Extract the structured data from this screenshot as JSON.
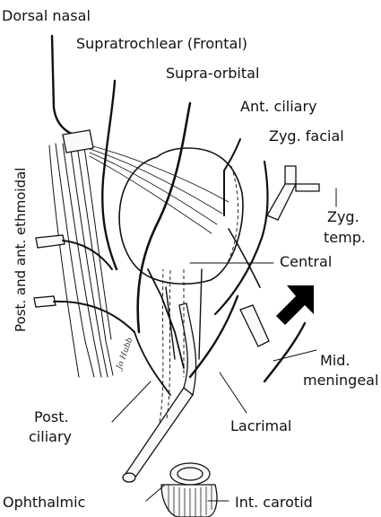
{
  "labels": {
    "dorsal_nasal": "Dorsal nasal",
    "supratrochlear": "Supratrochlear (Frontal)",
    "supraorbital": "Supra-orbital",
    "ant_ciliary": "Ant. ciliary",
    "zyg_facial": "Zyg. facial",
    "zyg_temp_line1": "Zyg.",
    "zyg_temp_line2": "temp.",
    "central": "Central",
    "mid_meningeal_line1": "Mid.",
    "mid_meningeal_line2": "meningeal",
    "lacrimal": "Lacrimal",
    "post_ciliary_line1": "Post.",
    "post_ciliary_line2": "ciliary",
    "ophthalmic": "Ophthalmic",
    "int_carotid": "Int. carotid",
    "post_ant_ethmoidal": "Post. and ant. ethmoidal"
  },
  "signature": "Jo Hubb",
  "arrow_marker": "black-arrow-icon"
}
